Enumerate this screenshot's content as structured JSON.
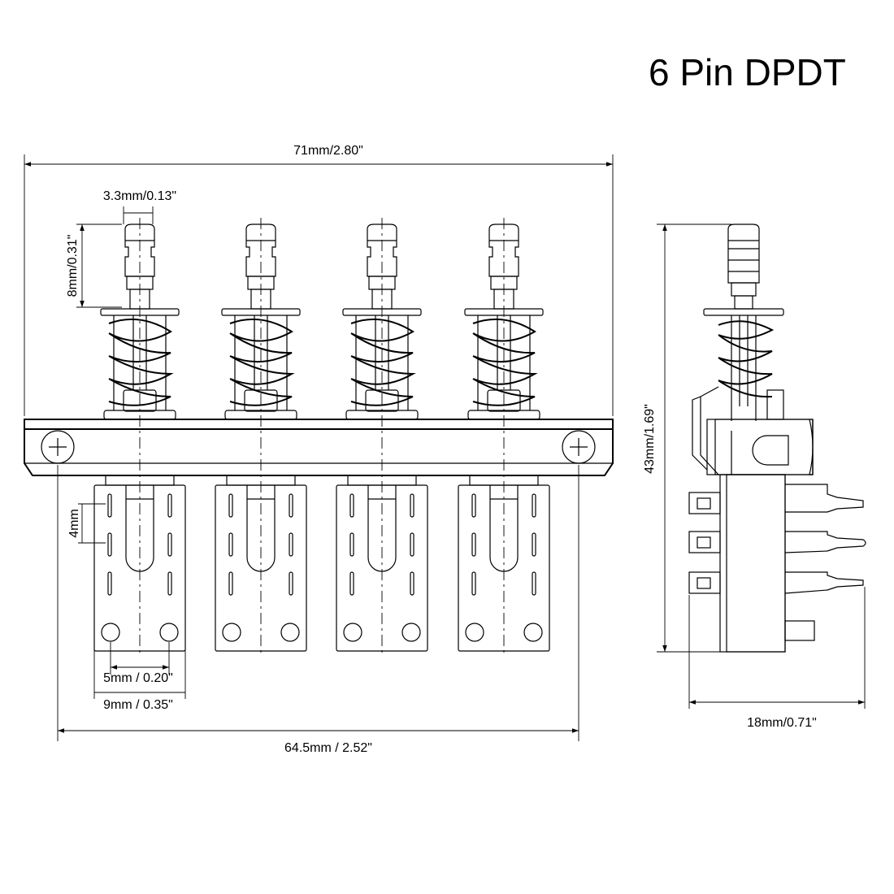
{
  "title": "6 Pin DPDT",
  "dimensions": {
    "overall_length": "71mm/2.80\"",
    "plunger_width": "3.3mm/0.13\"",
    "plunger_height": "8mm/0.31\"",
    "pin_pitch": "4mm",
    "inner_hole_spacing": "5mm / 0.20\"",
    "outer_hole_spacing": "9mm / 0.35\"",
    "mounting_hole_spacing": "64.5mm / 2.52\"",
    "overall_height": "43mm/1.69\"",
    "side_depth": "18mm/0.71\""
  },
  "switch_count": 4
}
